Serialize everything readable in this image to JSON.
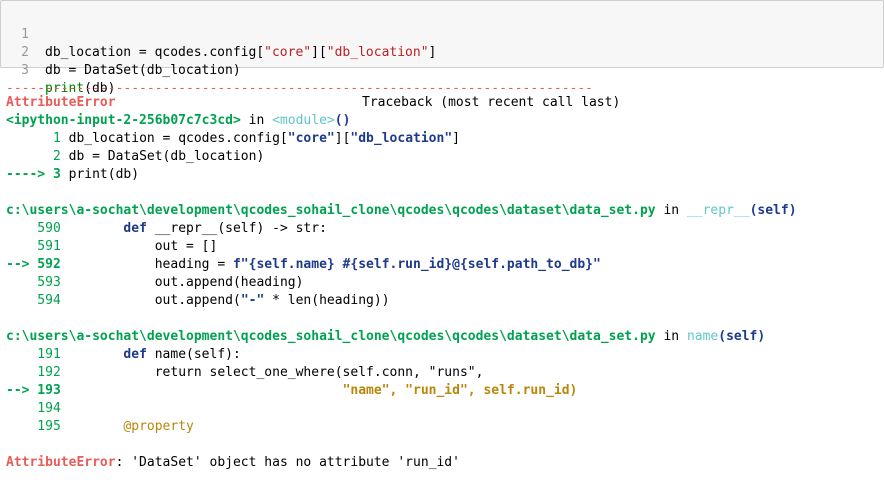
{
  "cell": {
    "line_numbers": [
      "1",
      "2",
      "3"
    ],
    "line1": {
      "a": "db_location = qcodes.config[",
      "b": "\"core\"",
      "c": "][",
      "d": "\"db_location\"",
      "e": "]"
    },
    "line2": {
      "a": "db = DataSet(db_location)"
    },
    "line3": {
      "a": "print",
      "b": "(db)"
    }
  },
  "output": {
    "dashes": "---------------------------------------------------------------------------",
    "error_name": "AttributeError",
    "traceback_header": "Traceback (most recent call last)",
    "input_ref": "<ipython-input-2-256b07c7c3cd>",
    "in_word": " in ",
    "module": "<module>",
    "module_parens": "()",
    "tb1": {
      "l1": {
        "num": "      1",
        "a": " db_location = qcodes.config[",
        "b": "\"core\"",
        "c": "][",
        "d": "\"db_location\"",
        "e": "]"
      },
      "l2": {
        "num": "      2",
        "a": " db = DataSet(db_location)"
      },
      "l3": {
        "arrow": "----> 3",
        "a": " print(db)"
      }
    },
    "file1": {
      "path": "c:\\users\\a-sochat\\development\\qcodes_sohail_clone\\qcodes\\qcodes\\dataset\\data_set.py",
      "in_word": " in ",
      "func": "__repr__",
      "args": "(self)",
      "lines": {
        "n590": "    590",
        "c590a": "        def",
        "c590b": " __repr__(self) -> str:",
        "n591": "    591",
        "c591a": "            out = []",
        "n592": "--> 592",
        "c592a": "            heading = ",
        "c592b": "f\"{self.name} #{self.run_id}@{self.path_to_db}\"",
        "n593": "    593",
        "c593a": "            out.append(heading)",
        "n594": "    594",
        "c594a": "            out.append(",
        "c594b": "\"-\"",
        "c594c": " * len(heading))"
      }
    },
    "file2": {
      "path": "c:\\users\\a-sochat\\development\\qcodes_sohail_clone\\qcodes\\qcodes\\dataset\\data_set.py",
      "in_word": " in ",
      "func": "name",
      "args": "(self)",
      "lines": {
        "n191": "    191",
        "c191a": "        def",
        "c191b": " name(self):",
        "n192": "    192",
        "c192a": "            return select_one_where(self.conn, \"runs\",",
        "n193": "--> 193",
        "c193a": "                                    ",
        "c193b": "\"name\", \"run_id\", ",
        "c193c": "self.run_id)",
        "n194": "    194",
        "n195": "    195",
        "c195a": "        @property"
      }
    },
    "final_error": {
      "name": "AttributeError",
      "message": ": 'DataSet' object has no attribute 'run_id'"
    }
  }
}
